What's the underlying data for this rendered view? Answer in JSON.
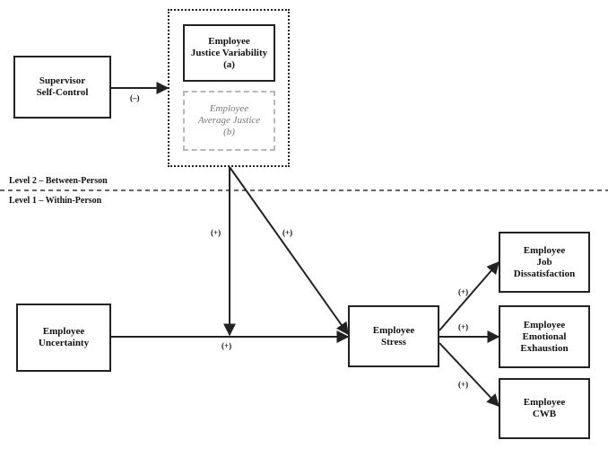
{
  "diagram": {
    "nodes": {
      "supervisor_self_control": {
        "lines": [
          "Supervisor",
          "Self-Control"
        ]
      },
      "justice_variability": {
        "lines": [
          "Employee",
          "Justice Variability",
          "(a)"
        ]
      },
      "average_justice": {
        "lines": [
          "Employee",
          "Average Justice",
          "(b)"
        ]
      },
      "employee_uncertainty": {
        "lines": [
          "Employee",
          "Uncertainty"
        ]
      },
      "employee_stress": {
        "lines": [
          "Employee",
          "Stress"
        ]
      },
      "job_dissatisfaction": {
        "lines": [
          "Employee",
          "Job",
          "Dissatisfaction"
        ]
      },
      "emotional_exhaustion": {
        "lines": [
          "Employee",
          "Emotional",
          "Exhaustion"
        ]
      },
      "cwb": {
        "lines": [
          "Employee",
          "CWB"
        ]
      }
    },
    "levels": {
      "between": "Level 2 – Between-Person",
      "within": "Level 1 – Within-Person"
    },
    "edge_labels": {
      "self_control_to_variability": "(–)",
      "variability_to_path": "(+)",
      "variability_to_stress": "(+)",
      "uncertainty_to_stress": "(+)",
      "stress_to_dissatisfaction": "(+)",
      "stress_to_exhaustion": "(+)",
      "stress_to_cwb": "(+)"
    },
    "colors": {
      "line": "#222222",
      "dashed_box": "#b8b8b8"
    }
  }
}
